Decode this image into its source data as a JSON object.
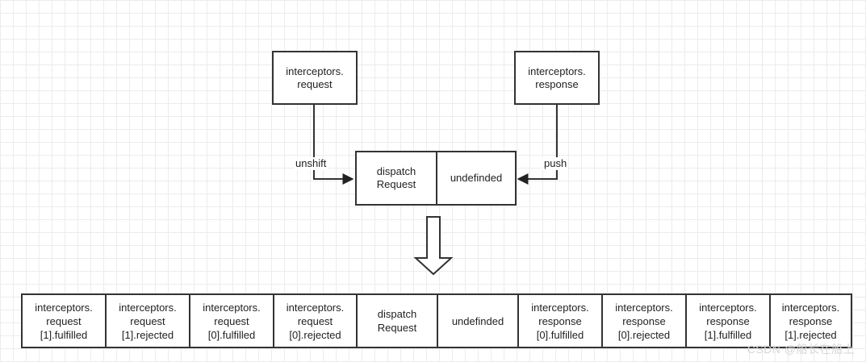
{
  "top": {
    "request_box": "interceptors.\nrequest",
    "response_box": "interceptors.\nresponse",
    "unshift_label": "unshift",
    "push_label": "push",
    "dispatch_cell": "dispatch\nRequest",
    "undefined_cell": "undefinded"
  },
  "chain": [
    "interceptors.\nrequest\n[1].fulfilled",
    "interceptors.\nrequest\n[1].rejected",
    "interceptors.\nrequest\n[0].fulfilled",
    "interceptors.\nrequest\n[0].rejected",
    "dispatch\nRequest",
    "undefinded",
    "interceptors.\nresponse\n[0].fulfilled",
    "interceptors.\nresponse\n[0].rejected",
    "interceptors.\nresponse\n[1].fulfilled",
    "interceptors.\nresponse\n[1].rejected"
  ],
  "watermark": "CSDN @船长在船上"
}
